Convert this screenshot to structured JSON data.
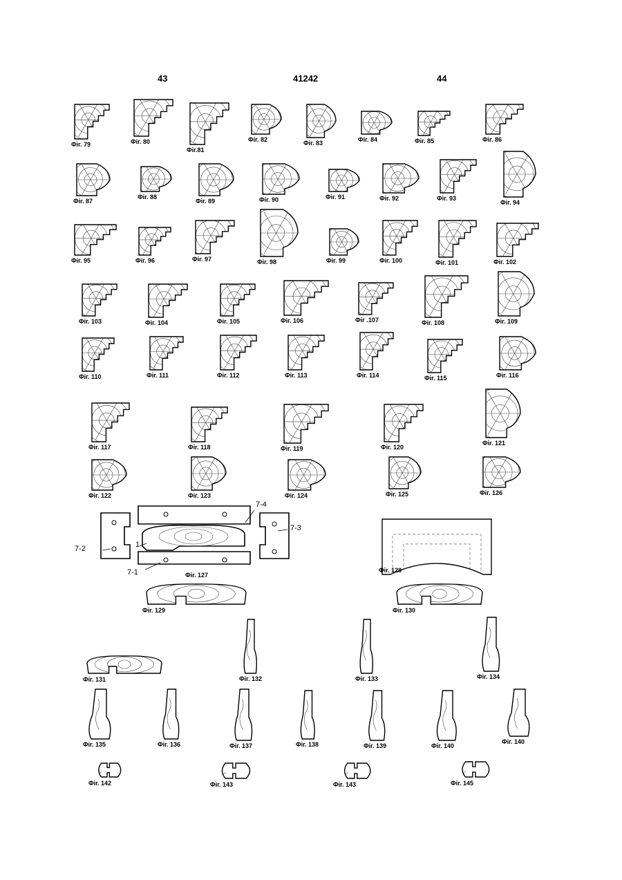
{
  "header": {
    "left": "43",
    "center": "41242",
    "right": "44"
  },
  "figures": {
    "f79": "Фіг. 79",
    "f80": "Фіг. 80",
    "f81": "Фіг.81",
    "f82": "Фіг. 82",
    "f83": "Фіг. 83",
    "f84": "Фіг. 84",
    "f85": "Фіг. 85",
    "f86": "Фіг. 86",
    "f87": "Фіг. 87",
    "f88": "Фіг. 88",
    "f89": "Фіг. 89",
    "f90": "Фіг. 90",
    "f91": "Фіг. 91",
    "f92": "Фіг. 92",
    "f93": "Фіг. 93",
    "f94": "Фіг. 94",
    "f95": "Фіг. 95",
    "f96": "Фіг. 96",
    "f97": "Фіг. 97",
    "f98": "Фіг. 98",
    "f99": "Фіг. 99",
    "f100": "Фіг. 100",
    "f101": "Фіг. 101",
    "f102": "Фіг. 102",
    "f103": "Фіг. 103",
    "f104": "Фіг. 104",
    "f105": "Фіг. 105",
    "f106": "Фіг. 106",
    "f107": "Фіг .107",
    "f108": "Фіг. 108",
    "f109": "Фіг. 109",
    "f110": "Фіг. 110",
    "f111": "Фіг. 111",
    "f112": "Фіг. 112",
    "f113": "Фіг. 113",
    "f114": "Фіг. 114",
    "f115": "Фіг. 115",
    "f116": "Фіг. 116",
    "f117": "Фіг. 117",
    "f118": "Фіг. 118",
    "f119": "Фіг. 119",
    "f120": "Фіг. 120",
    "f121": "Фіг. 121",
    "f122": "Фіг. 122",
    "f123": "Фіг. 123",
    "f124": "Фіг. 124",
    "f125": "Фіг. 125",
    "f126": "Фіг. 126",
    "f127": "Фіг. 127",
    "f128": "Фіг. 128",
    "f129": "Фіг. 129",
    "f130": "Фіг. 130",
    "f131": "Фіг. 131",
    "f132": "Фіг. 132",
    "f133": "Фіг. 133",
    "f134": "Фіг. 134",
    "f135": "Фіг. 135",
    "f136": "Фіг. 136",
    "f137": "Фіг. 137",
    "f138": "Фіг. 138",
    "f139": "Фіг. 139",
    "f140a": "Фіг. 140",
    "f140b": "Фіг. 140",
    "f142": "Фіг. 142",
    "f143a": "Фіг. 143",
    "f143b": "Фіг. 143",
    "f145": "Фіг. 145"
  },
  "labels": {
    "p72": "7-2",
    "p74": "7-4",
    "p73": "7-3",
    "p71": "7-1",
    "one": "1"
  }
}
